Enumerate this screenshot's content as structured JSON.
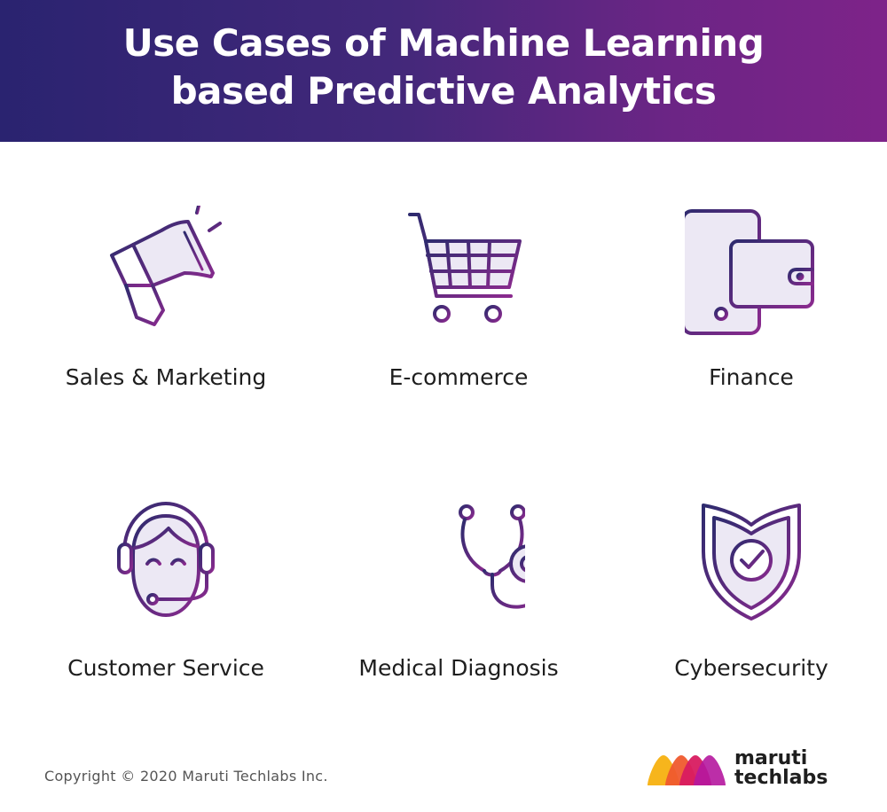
{
  "header": {
    "title_line1": "Use Cases of Machine Learning",
    "title_line2": "based Predictive Analytics",
    "gradient_colors": [
      "#2a2370",
      "#7e2389"
    ]
  },
  "icon_stroke_colors": [
    "#2e2b6e",
    "#8a2a8e"
  ],
  "use_cases": [
    {
      "label": "Sales & Marketing",
      "icon": "megaphone-icon"
    },
    {
      "label": "E-commerce",
      "icon": "shopping-cart-icon"
    },
    {
      "label": "Finance",
      "icon": "phone-wallet-icon"
    },
    {
      "label": "Customer Service",
      "icon": "headset-agent-icon"
    },
    {
      "label": "Medical Diagnosis",
      "icon": "stethoscope-icon"
    },
    {
      "label": "Cybersecurity",
      "icon": "shield-check-icon"
    }
  ],
  "footer": {
    "copyright": "Copyright © 2020 Maruti Techlabs Inc.",
    "logo_line1": "maruti",
    "logo_line2": "techlabs",
    "logo_colors": [
      "#f7b51c",
      "#ef5a2e",
      "#d81b60",
      "#b5179e"
    ]
  }
}
